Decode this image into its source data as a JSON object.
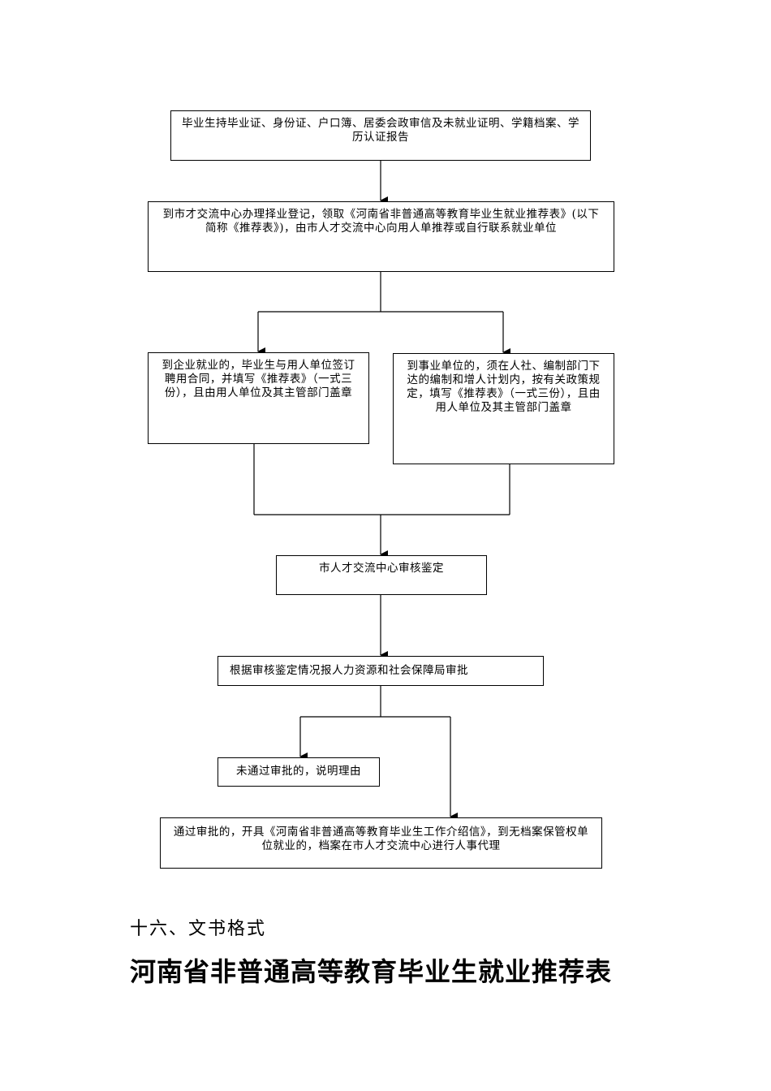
{
  "flowchart": {
    "step1": "毕业生持毕业证、身份证、户口簿、居委会政审信及未就业证明、学籍档案、学历认证报告",
    "step2": "到市才交流中心办理择业登记，领取《河南省非普通高等教育毕业生就业推荐表》(以下简称《推荐表》)，由市人才交流中心向用人单推荐或自行联系就业单位",
    "branch_enterprise": "到企业就业的，毕业生与用人单位签订聘用合同，并填写《推荐表》（一式三份），且由用人单位及其主管部门盖章",
    "branch_institution": "到事业单位的，须在人社、编制部门下达的编制和增人计划内，按有关政策规定，填写《推荐表》（一式三份），且由用人单位及其主管部门盖章",
    "review": "市人才交流中心审核鉴定",
    "report": "根据审核鉴定情况报人力资源和社会保障局审批",
    "rejected": "未通过审批的，说明理由",
    "approved": "通过审批的，开具《河南省非普通高等教育毕业生工作介绍信》，到无档案保管权单位就业的，档案在市人才交流中心进行人事代理"
  },
  "section_heading": "十六、文书格式",
  "document_title": "河南省非普通高等教育毕业生就业推荐表"
}
